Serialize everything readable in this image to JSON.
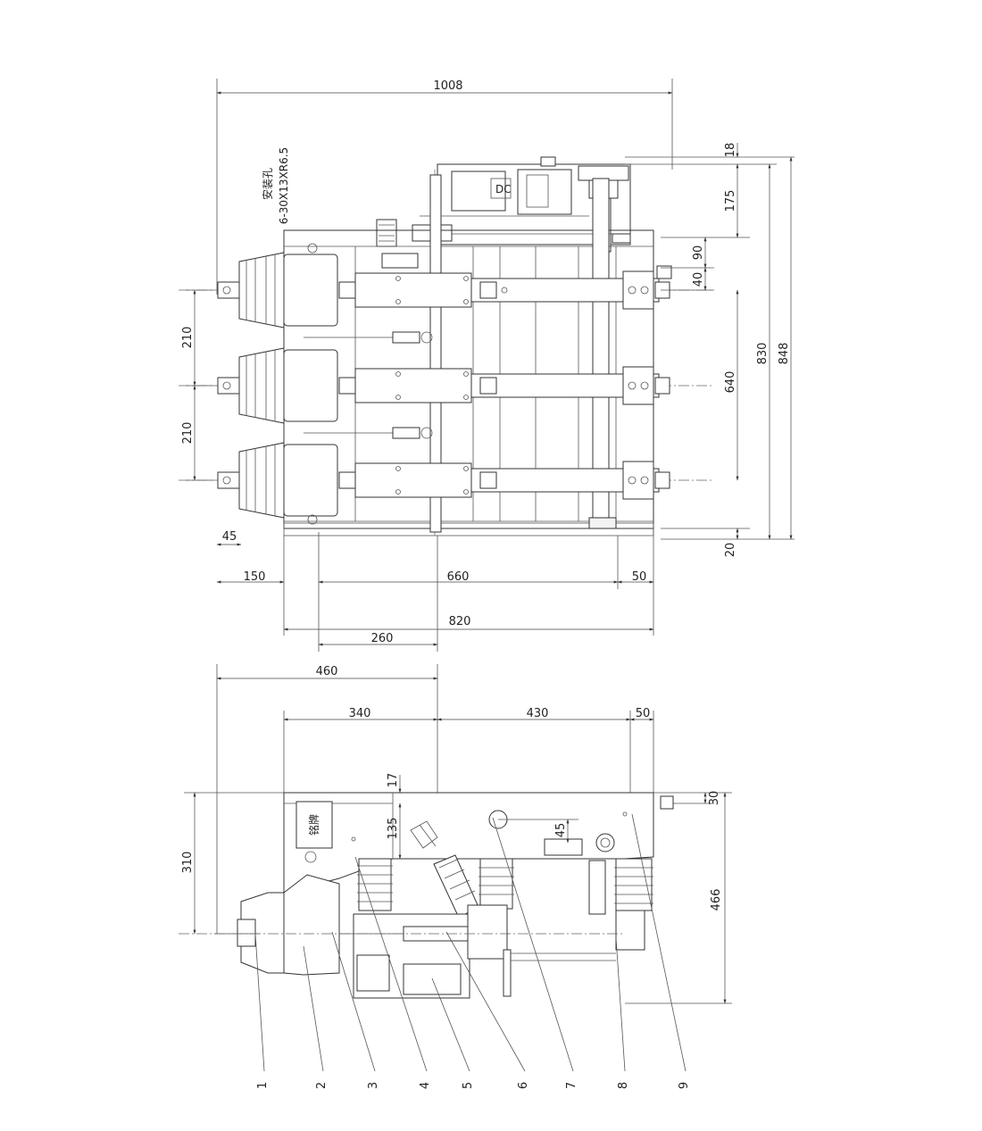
{
  "top_view": {
    "mounting_hole_note": [
      "安装孔",
      "6-30X13XR6.5"
    ],
    "dimensions": {
      "overall_width": "1008",
      "top_gap": "18",
      "mech_depth": "175",
      "d90": "90",
      "d40": "40",
      "phase_spacing_1": "210",
      "phase_spacing_2": "210",
      "pole_span": "640",
      "d830": "830",
      "d848": "848",
      "d20": "20",
      "d45": "45",
      "d150": "150",
      "d660": "660",
      "d50": "50",
      "d820": "820",
      "d260": "260"
    }
  },
  "side_view": {
    "nameplate": "铭牌",
    "dimensions": {
      "d460": "460",
      "d340": "340",
      "d430": "430",
      "d50": "50",
      "d17": "17",
      "d135": "135",
      "d45": "45",
      "d310": "310",
      "d30": "30",
      "d466": "466"
    },
    "part_numbers": [
      "1",
      "2",
      "3",
      "4",
      "5",
      "6",
      "7",
      "8",
      "9"
    ]
  }
}
